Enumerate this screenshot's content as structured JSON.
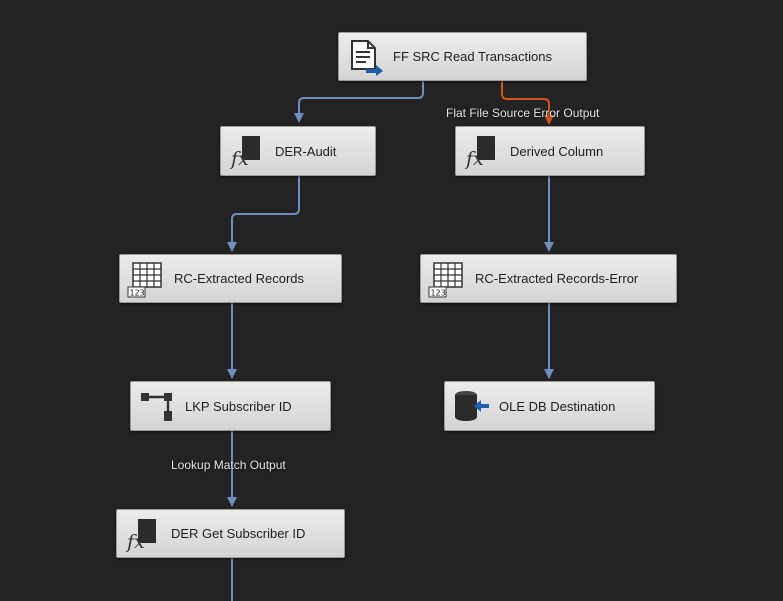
{
  "canvas": {
    "background": "#232323"
  },
  "colors": {
    "data_path": "#6f8fbf",
    "error_path": "#d2551b"
  },
  "nodes": [
    {
      "id": "ff-src",
      "label": "FF SRC Read Transactions",
      "icon": "flat-file-source-icon"
    },
    {
      "id": "der-audit",
      "label": "DER-Audit",
      "icon": "derived-column-icon"
    },
    {
      "id": "derived-column",
      "label": "Derived Column",
      "icon": "derived-column-icon"
    },
    {
      "id": "rc-extracted",
      "label": "RC-Extracted Records",
      "icon": "row-count-icon"
    },
    {
      "id": "rc-extracted-error",
      "label": "RC-Extracted Records-Error",
      "icon": "row-count-icon"
    },
    {
      "id": "lkp-subscriber",
      "label": "LKP Subscriber ID",
      "icon": "lookup-icon"
    },
    {
      "id": "ole-db-dest",
      "label": "OLE DB Destination",
      "icon": "ole-db-destination-icon"
    },
    {
      "id": "der-get-subscriber",
      "label": "DER Get Subscriber ID",
      "icon": "derived-column-icon"
    }
  ],
  "path_labels": {
    "error_output": "Flat File Source Error Output",
    "lookup_match": "Lookup Match Output"
  }
}
